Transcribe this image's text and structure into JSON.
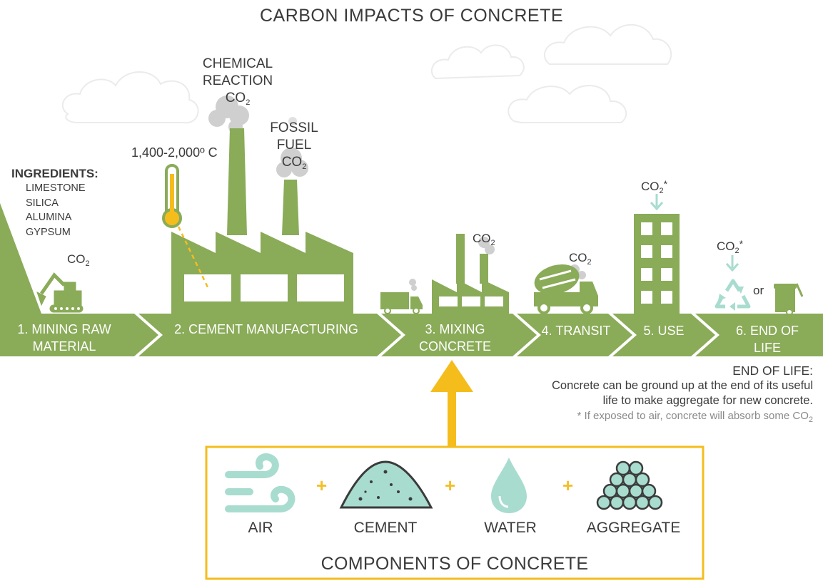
{
  "title": "CARBON IMPACTS OF CONCRETE",
  "co2_text": "CO",
  "co2_subscript": "2",
  "star": "*",
  "chemical": {
    "line1": "CHEMICAL",
    "line2": "REACTION"
  },
  "fossil": {
    "line1": "FOSSIL",
    "line2": "FUEL"
  },
  "temperature": "1,400-2,000º C",
  "ingredients": {
    "title": "INGREDIENTS:",
    "items": [
      "LIMESTONE",
      "SILICA",
      "ALUMINA",
      "GYPSUM"
    ]
  },
  "steps": [
    {
      "line1": "1. MINING RAW",
      "line2": "MATERIAL"
    },
    {
      "line1": "2. CEMENT MANUFACTURING",
      "line2": ""
    },
    {
      "line1": "3. MIXING",
      "line2": "CONCRETE"
    },
    {
      "line1": "4. TRANSIT",
      "line2": ""
    },
    {
      "line1": "5. USE",
      "line2": ""
    },
    {
      "line1": "6. END OF",
      "line2": "LIFE"
    }
  ],
  "or_label": "or",
  "end_of_life": {
    "heading": "END OF LIFE:",
    "line1": "Concrete can be ground up at the end of its useful",
    "line2": "life to make aggregate for new concrete.",
    "footnote": "* If exposed to air, concrete will absorb some CO"
  },
  "components": {
    "title": "COMPONENTS OF CONCRETE",
    "plus": "+",
    "items": [
      "AIR",
      "CEMENT",
      "WATER",
      "AGGREGATE"
    ]
  },
  "colors": {
    "green": "#8aab58",
    "teal": "#a8dccf",
    "yellow": "#f5bd1c",
    "smoke": "#cfcfcf",
    "cloud": "#ececec",
    "text": "#3b3b3b"
  }
}
